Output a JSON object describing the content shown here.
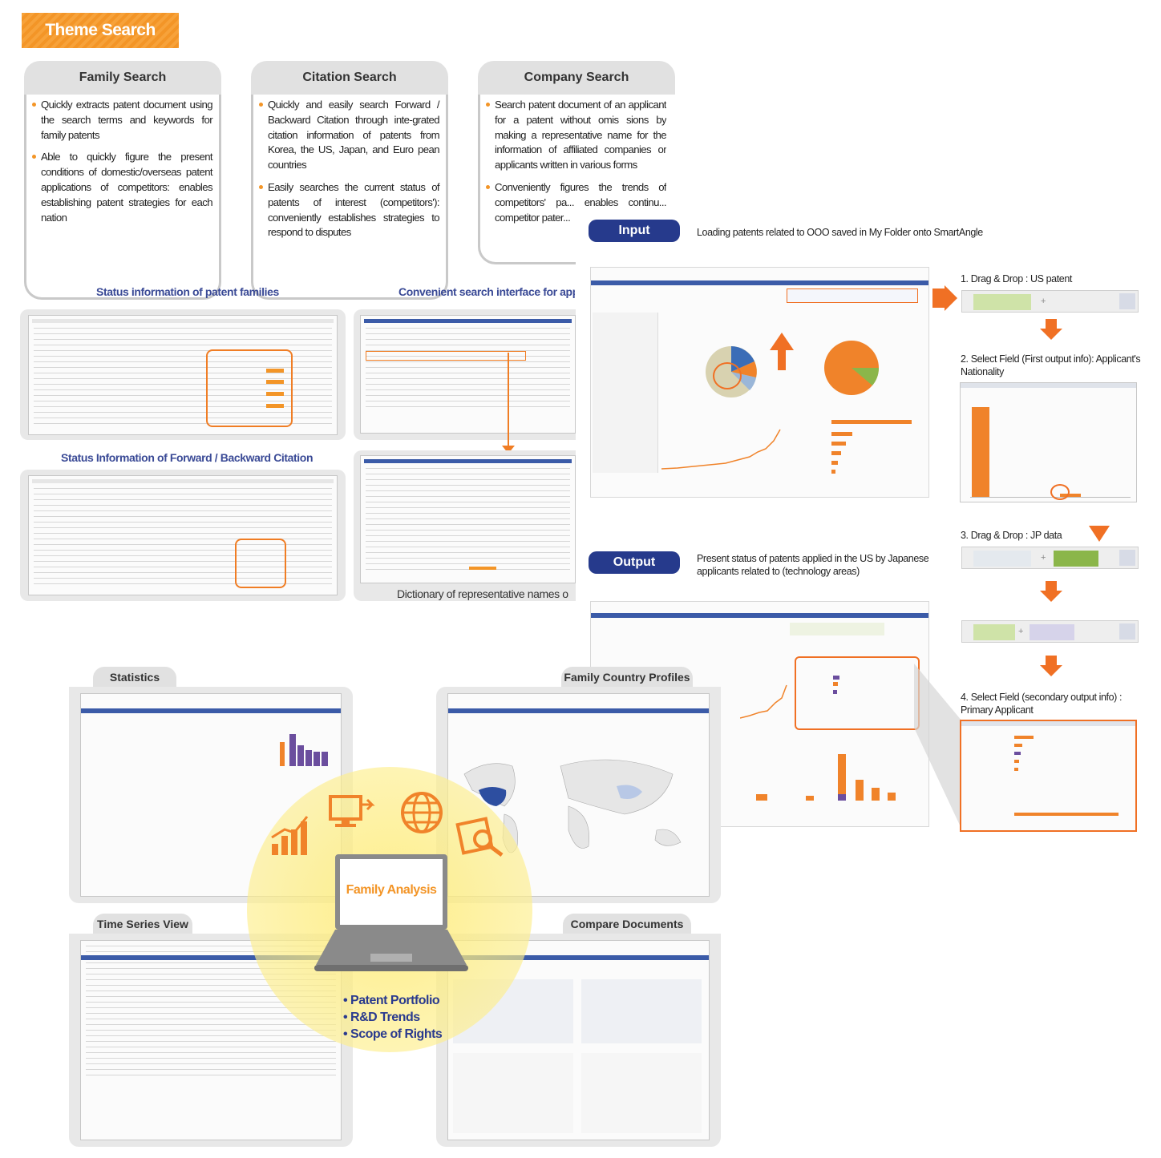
{
  "theme": {
    "title": "Theme Search"
  },
  "cards": [
    {
      "title": "Family Search",
      "bullets": [
        "Quickly extracts patent document using the search terms and keywords for family patents",
        "Able to quickly figure the present conditions of domestic/overseas patent applications of competitors: enables establishing patent strategies for each nation"
      ]
    },
    {
      "title": "Citation Search",
      "bullets": [
        "Quickly and easily search Forward / Backward Citation through inte-grated citation information of patents from Korea, the US, Japan, and Euro pean countries",
        "Easily searches the current status of patents of interest (competitors'): conveniently establishes strategies to respond to disputes"
      ]
    },
    {
      "title": "Company Search",
      "bullets": [
        "Search patent document of an applicant for a patent without omis sions by making a representative name for the information of affiliated companies or applicants written in various forms",
        "Conveniently figures the trends of competitors' pa... enables continu... competitor pater..."
      ]
    }
  ],
  "captions": {
    "status_families": "Status information of patent families",
    "convenient_search": "Convenient search interface for app",
    "forward_backward": "Status Information of Forward / Backward Citation",
    "dictionary": "Dictionary of representative names o"
  },
  "input": {
    "label": "Input",
    "description": "Loading patents related to OOO saved in My Folder onto SmartAngle"
  },
  "output": {
    "label": "Output",
    "description": "Present status of patents applied in the US by Japanese applicants related to (technology areas)"
  },
  "steps": [
    "1. Drag & Drop : US patent",
    "2. Select Field (First output info): Applicant's Nationality",
    "3. Drag & Drop : JP data",
    "4. Select Field (secondary output info) : Primary Applicant"
  ],
  "family_analysis": {
    "center_title": "Family Analysis",
    "panels": [
      "Statistics",
      "Family Country Profiles",
      "Time Series View",
      "Compare Documents"
    ],
    "bullets": [
      "Patent Portfolio",
      "R&D Trends",
      "Scope of Rights"
    ]
  },
  "colors": {
    "accent": "#f39527",
    "navy": "#263a8c",
    "arrow": "#f07024",
    "panel": "#e8e8e8"
  }
}
